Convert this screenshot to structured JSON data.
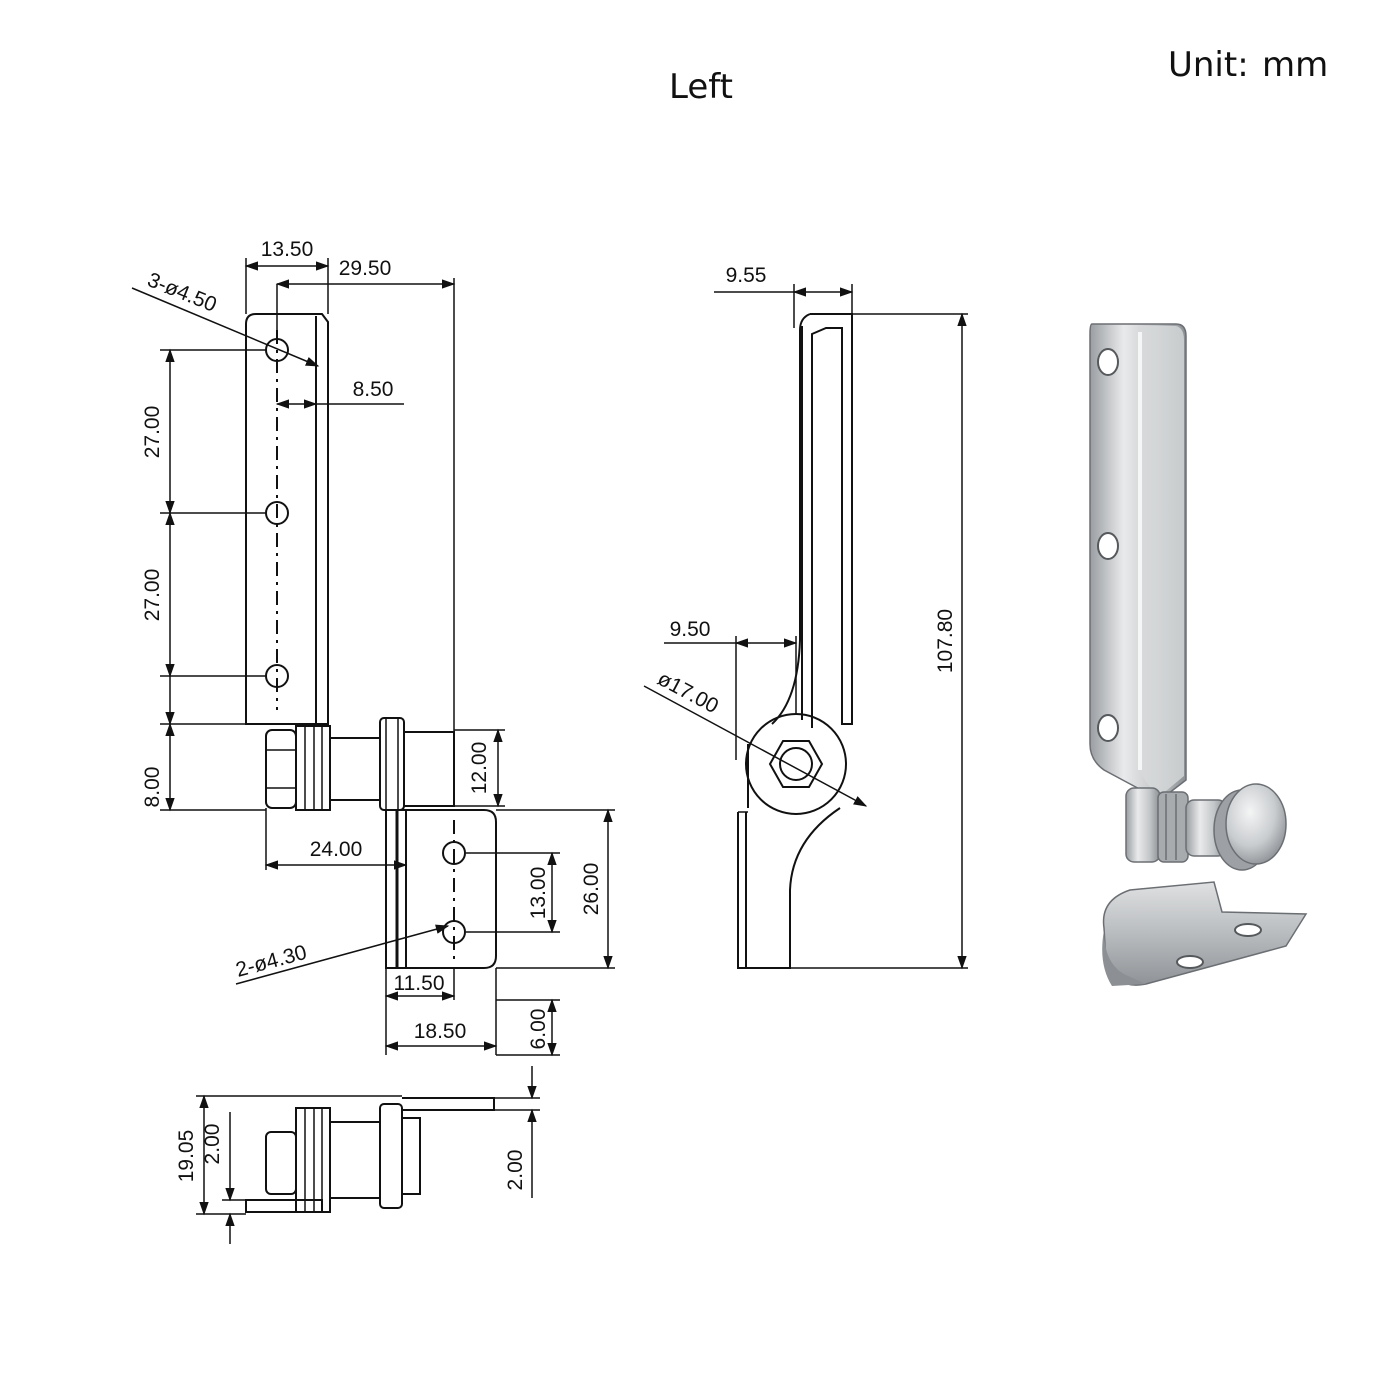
{
  "header": {
    "title": "Left",
    "unit_label": "Unit:",
    "unit_value": "mm"
  },
  "front_view": {
    "dims": {
      "d_13_50": "13.50",
      "d_29_50": "29.50",
      "holes_top": "3-ø4.50",
      "d_8_50": "8.50",
      "d_27_a": "27.00",
      "d_27_b": "27.00",
      "d_8_00": "8.00",
      "d_12_00": "12.00",
      "d_24_00": "24.00",
      "d_13_00": "13.00",
      "d_26_00": "26.00",
      "holes_bottom": "2-ø4.30",
      "d_11_50": "11.50",
      "d_18_50": "18.50",
      "d_6_00": "6.00"
    }
  },
  "side_view": {
    "dims": {
      "d_9_55": "9.55",
      "d_9_50": "9.50",
      "diameter": "ø17.00",
      "height": "107.80"
    }
  },
  "bottom_view": {
    "dims": {
      "d_19_05": "19.05",
      "d_2_00_a": "2.00",
      "d_2_00_b": "2.00"
    }
  },
  "photo": {
    "colors": {
      "steel_light": "#e6e7e8",
      "steel_mid": "#b8bbbe",
      "steel_dark": "#7d8185"
    }
  }
}
